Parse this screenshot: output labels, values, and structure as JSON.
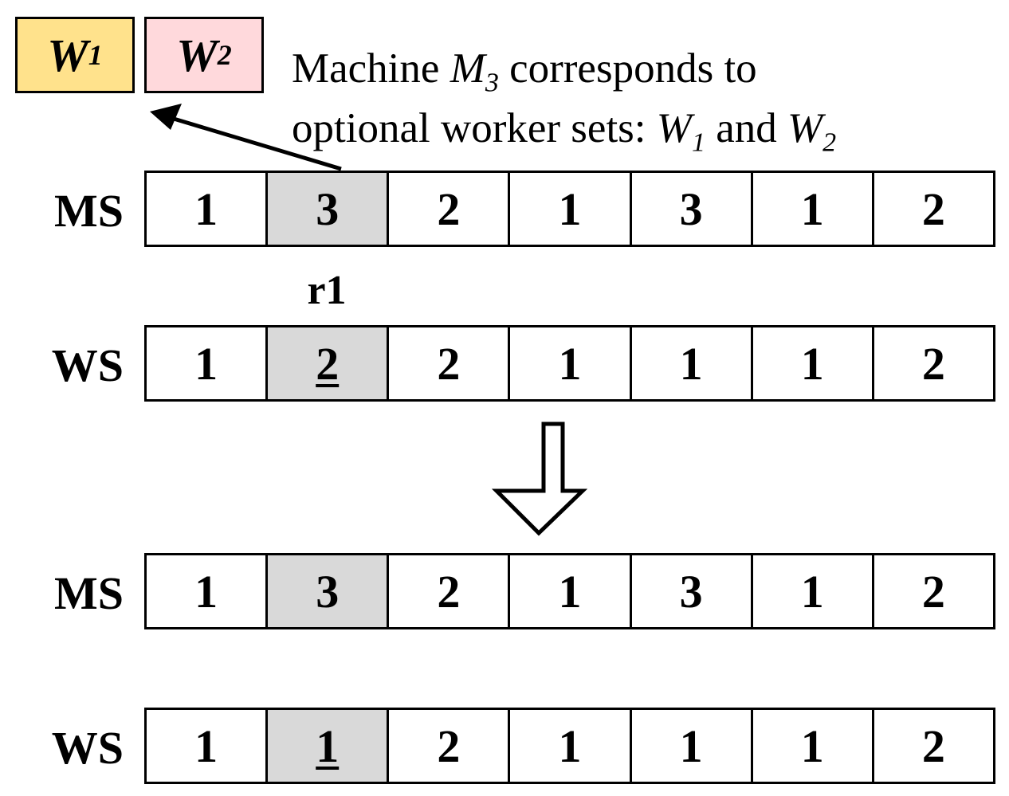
{
  "worker_sets": [
    {
      "name": "W",
      "sub": "1",
      "color": "#ffe28c"
    },
    {
      "name": "W",
      "sub": "2",
      "color": "#ffd9dc"
    }
  ],
  "annotation": {
    "line1_pre": "Machine ",
    "line1_machine": "M",
    "line1_machine_sub": "3",
    "line1_post": " corresponds to",
    "line2_pre": "optional worker sets: ",
    "w1": "W",
    "w1_sub": "1",
    "and": " and ",
    "w2": "W",
    "w2_sub": "2"
  },
  "pointer_label": "r1",
  "highlight_color": "#d9d9d9",
  "before": {
    "ms_label": "MS",
    "ms": [
      "1",
      "3",
      "2",
      "1",
      "3",
      "1",
      "2"
    ],
    "ws_label": "WS",
    "ws": [
      "1",
      "2",
      "2",
      "1",
      "1",
      "1",
      "2"
    ]
  },
  "after": {
    "ms_label": "MS",
    "ms": [
      "1",
      "3",
      "2",
      "1",
      "3",
      "1",
      "2"
    ],
    "ws_label": "WS",
    "ws": [
      "1",
      "1",
      "2",
      "1",
      "1",
      "1",
      "2"
    ]
  },
  "highlight_index": 1
}
